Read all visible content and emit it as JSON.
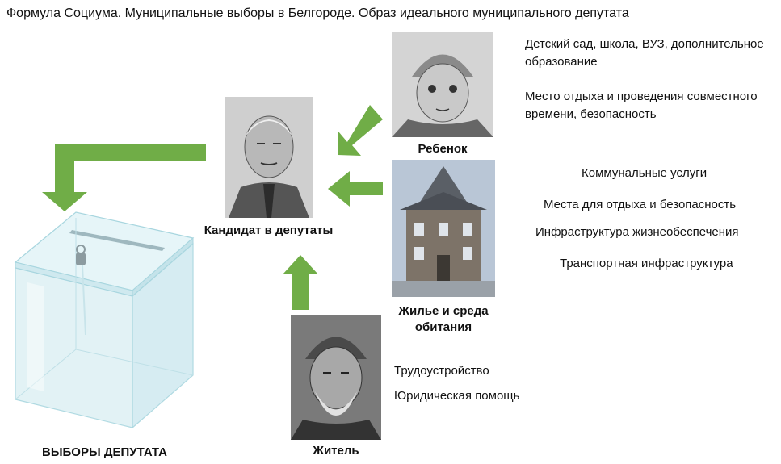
{
  "title": "Формула Социума. Муниципальные выборы в Белгороде. Образ идеального муниципального депутата",
  "nodes": {
    "candidate": "Кандидат в депутаты",
    "child": "Ребенок",
    "housing": "Жилье и среда обитания",
    "resident": "Житель",
    "ballot": "ВЫБОРЫ ДЕПУТАТА"
  },
  "child_needs": [
    "Детский сад, школа, ВУЗ, дополнительное образование",
    "Место отдыха и проведения совместного времени, безопасность"
  ],
  "housing_needs": [
    "Коммунальные услуги",
    "Места для отдыха и безопасность",
    "Инфраструктура жизнеобеспечения",
    "Транспортная инфраструктура"
  ],
  "resident_needs": [
    "Трудоустройство",
    "Юридическая помощь"
  ],
  "colors": {
    "arrow": "#70ad47",
    "ballot_glass": "#d7eef3",
    "ballot_edge": "#9fcfd9"
  }
}
